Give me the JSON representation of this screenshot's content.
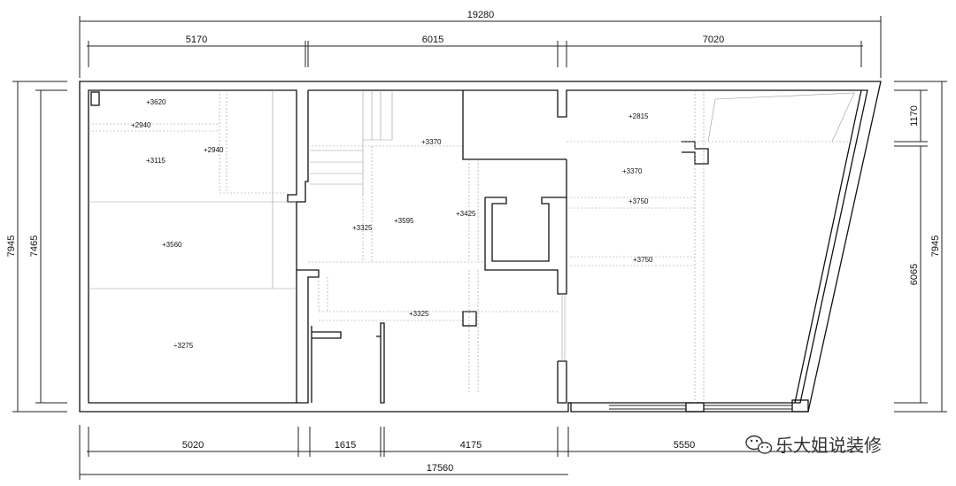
{
  "dimensions": {
    "top_total": "19280",
    "top_segments": [
      "5170",
      "6015",
      "7020"
    ],
    "bottom_segments": [
      "5020",
      "1615",
      "4175",
      "5550"
    ],
    "bottom_total": "17560",
    "left_outer": "7945",
    "left_inner": "7465",
    "right_top": "1170",
    "right_mid": "6065",
    "right_outer": "7945"
  },
  "elevations": [
    {
      "id": "e1",
      "text": "+3620"
    },
    {
      "id": "e2",
      "text": "+2940"
    },
    {
      "id": "e3",
      "text": "+2940"
    },
    {
      "id": "e4",
      "text": "+3115"
    },
    {
      "id": "e5",
      "text": "+3560"
    },
    {
      "id": "e6",
      "text": "÷3275"
    },
    {
      "id": "e7",
      "text": "+3370"
    },
    {
      "id": "e8",
      "text": "+3325"
    },
    {
      "id": "e9",
      "text": "+3595"
    },
    {
      "id": "e10",
      "text": "+3425"
    },
    {
      "id": "e11",
      "text": "+3325"
    },
    {
      "id": "e12",
      "text": "+2815"
    },
    {
      "id": "e13",
      "text": "+3370"
    },
    {
      "id": "e14",
      "text": "+3750"
    },
    {
      "id": "e15",
      "text": "+3750"
    }
  ],
  "watermark": {
    "icon": "wechat-icon",
    "text": "乐大姐说装修"
  },
  "colors": {
    "line": "#222222",
    "background": "#ffffff"
  }
}
